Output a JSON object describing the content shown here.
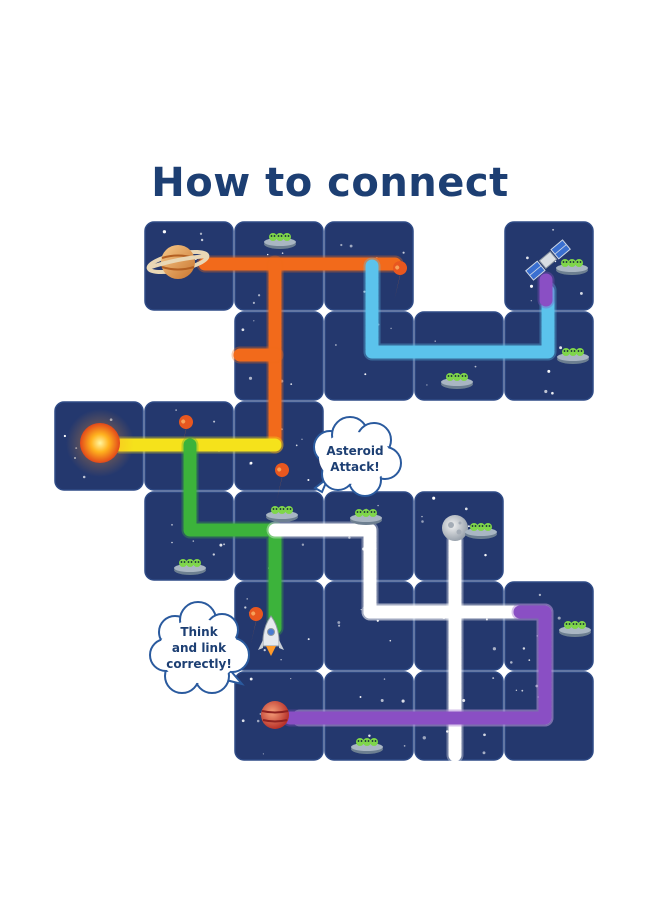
{
  "title": "How to connect",
  "colors": {
    "title": "#1d3f73",
    "tile": "#24386e",
    "tile_edge": "#2e4a86",
    "path_orange": "#f26a1b",
    "path_blue": "#5bc3ec",
    "path_yellow": "#f5e21b",
    "path_green": "#3cb33b",
    "path_white": "#ffffff",
    "path_purple": "#8a4fc4"
  },
  "bubbles": [
    {
      "lines": [
        "Asteroid",
        "Attack!"
      ]
    },
    {
      "lines": [
        "Think",
        "and link",
        "correctly!"
      ]
    }
  ]
}
